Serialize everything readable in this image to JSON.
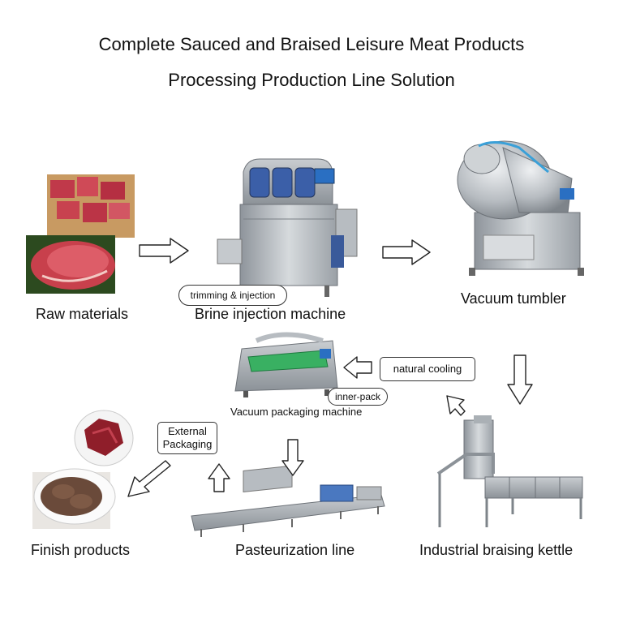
{
  "title_line1": "Complete Sauced and Braised Leisure Meat Products",
  "title_line2": "Processing Production Line Solution",
  "steps": {
    "raw": "Raw materials",
    "brine": "Brine injection machine",
    "tumbler": "Vacuum tumbler",
    "braising": "Industrial braising kettle",
    "vacpack": "Vacuum packaging machine",
    "pasteur": "Pasteurization line",
    "finish": "Finish products"
  },
  "notes": {
    "trimming": "trimming & injection",
    "cooling": "natural cooling",
    "innerpack": "inner-pack",
    "external_line1": "External",
    "external_line2": "Packaging"
  },
  "icons": [
    "raw-meat-photo",
    "brine-injector-machine",
    "vacuum-tumbler-machine",
    "braising-kettle-machine",
    "vacuum-packaging-machine",
    "pasteurization-line-machine",
    "finished-beef-photo",
    "outline-arrow-icon"
  ]
}
